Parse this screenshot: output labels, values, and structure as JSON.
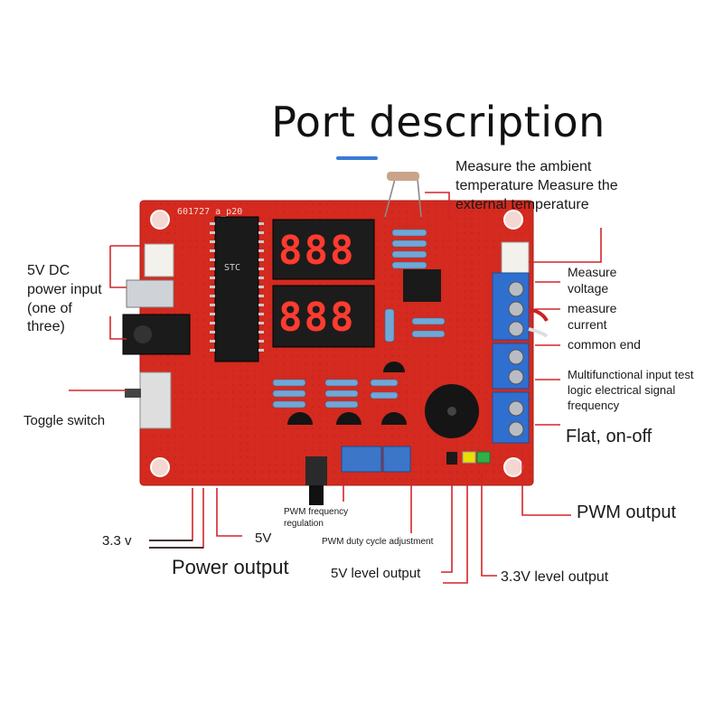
{
  "title": "Port description",
  "board": {
    "silkscreen_id": "601727 a_p20",
    "seven_segment_top": "888",
    "seven_segment_bottom": "888",
    "ic_marking": "STC"
  },
  "labels": {
    "temperature": "Measure the ambient temperature Measure the external temperature",
    "dc_input": "5V DC power input (one of three)",
    "measure_voltage": "Measure voltage",
    "measure_current": "measure current",
    "common_end": "common end",
    "multifunctional": "Multifunctional input test logic electrical signal frequency",
    "toggle_switch": "Toggle switch",
    "flat_onoff": "Flat, on-off",
    "pwm_freq": "PWM frequency regulation",
    "pwm_duty": "PWM duty cycle adjustment",
    "pwm_output": "PWM output",
    "v33": "3.3 v",
    "v5": "5V",
    "power_output": "Power output",
    "level5v": "5V level output",
    "level33v": "3.3V level output"
  },
  "colors": {
    "pcb": "#d42a1f",
    "pcb_dark": "#a51e15",
    "terminal_blue": "#2f6fd0",
    "leader_red": "#d0262b",
    "segment_red": "#ff3b2f"
  }
}
